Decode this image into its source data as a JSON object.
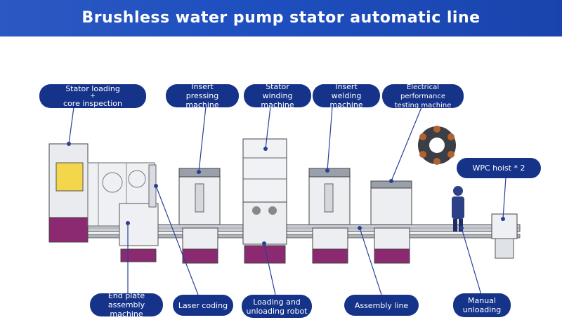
{
  "header": {
    "title": "Brushless water pump stator automatic line"
  },
  "labels": {
    "stator_loading": {
      "line1": "Stator loading",
      "line2": "+",
      "line3": "core inspection"
    },
    "insert_pressing": {
      "line1": "Insert",
      "line2": "pressing machine"
    },
    "stator_winding": {
      "line1": "Stator",
      "line2": "winding machine"
    },
    "insert_welding": {
      "line1": "Insert",
      "line2": "welding machine"
    },
    "electrical_testing": {
      "line1": "Electrical performance",
      "line2": "testing machine"
    },
    "wpc_hoist": {
      "text": "WPC hoist * 2"
    },
    "end_plate": {
      "line1": "End plate",
      "line2": "assembly machine"
    },
    "laser_coding": {
      "text": "Laser coding"
    },
    "loading_robot": {
      "line1": "Loading and",
      "line2": "unloading robot"
    },
    "assembly_line": {
      "text": "Assembly line"
    },
    "manual_unloading": {
      "line1": "Manual",
      "line2": "unloading"
    }
  },
  "colors": {
    "banner": "#1e4fbf",
    "label_bg": "#16338a",
    "leader": "#2a3f9a",
    "cabinet": "#8b2a70"
  }
}
